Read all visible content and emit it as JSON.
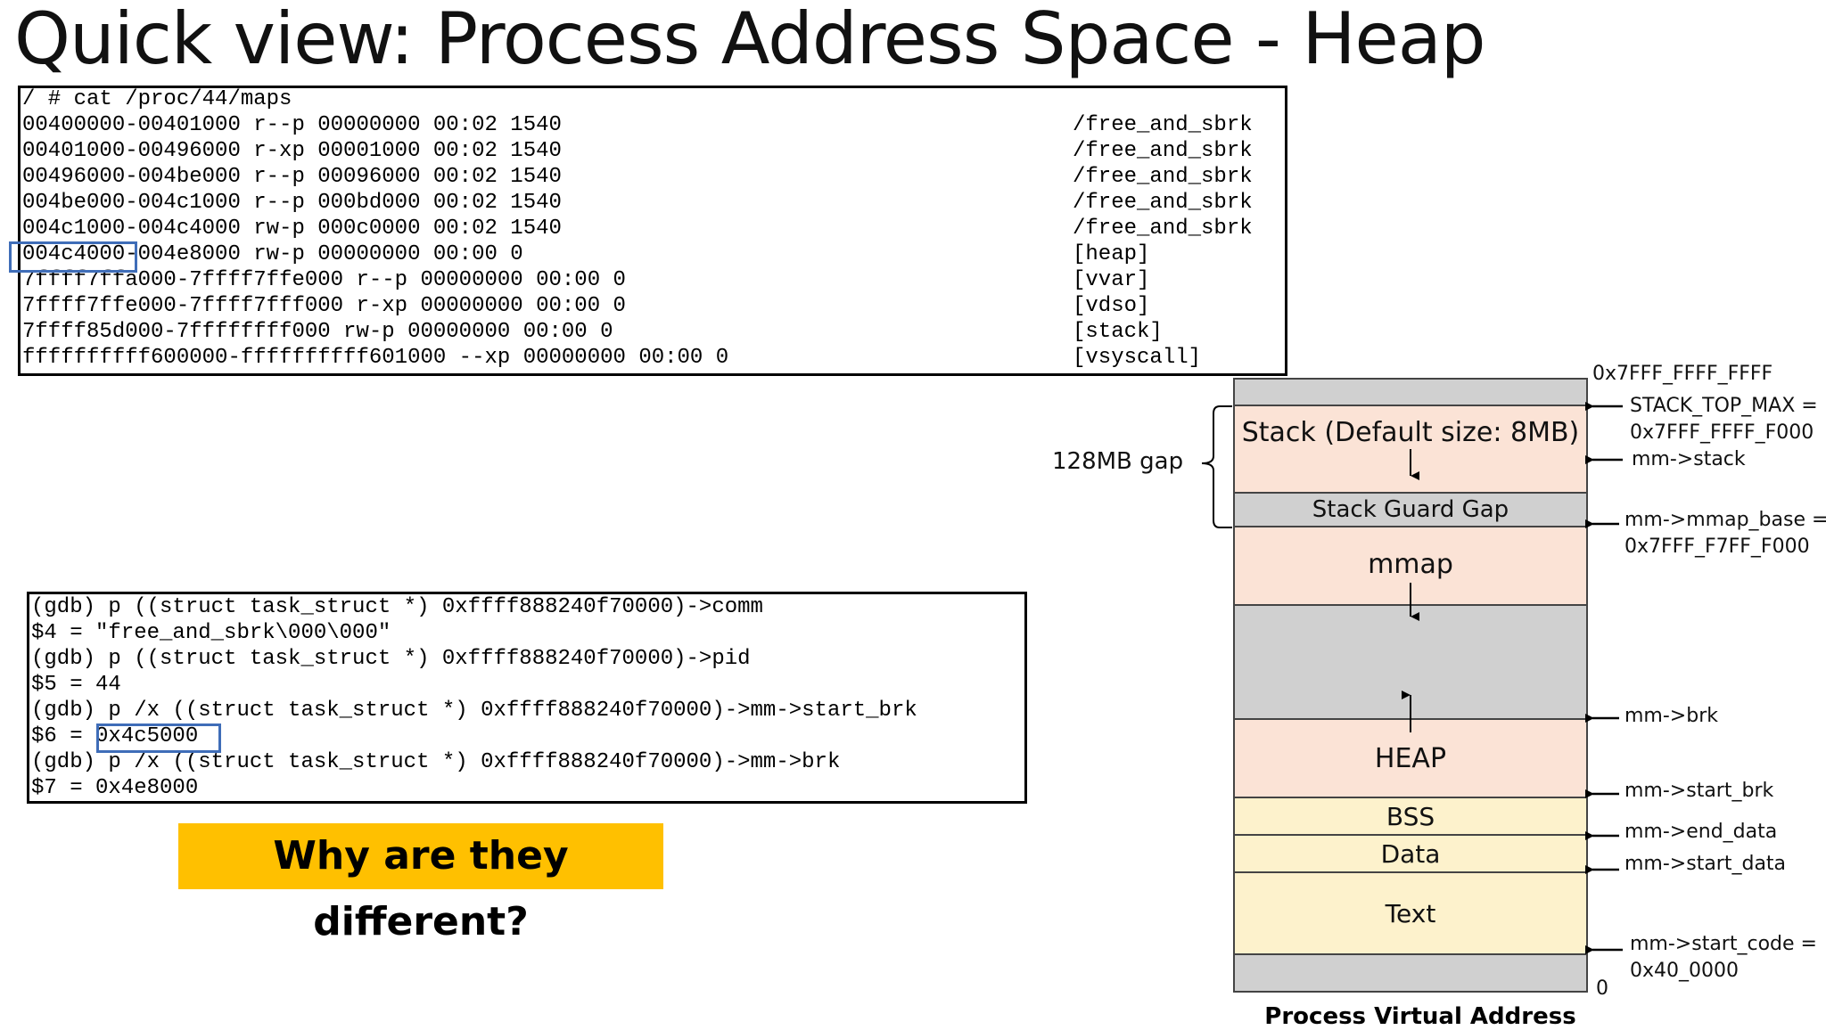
{
  "title": "Quick view: Process Address Space - Heap",
  "maps": {
    "lines": [
      "/ # cat /proc/44/maps",
      "00400000-00401000 r--p 00000000 00:02 1540",
      "00401000-00496000 r-xp 00001000 00:02 1540",
      "00496000-004be000 r--p 00096000 00:02 1540",
      "004be000-004c1000 r--p 000bd000 00:02 1540",
      "004c1000-004c4000 rw-p 000c0000 00:02 1540",
      "004c4000-004e8000 rw-p 00000000 00:00 0",
      "7ffff7ffa000-7ffff7ffe000 r--p 00000000 00:00 0",
      "7ffff7ffe000-7ffff7fff000 r-xp 00000000 00:00 0",
      "7ffff85d000-7ffffffff000 rw-p 00000000 00:00 0",
      "ffffffffff600000-ffffffffff601000 --xp 00000000 00:00 0"
    ],
    "paths": [
      "",
      "/free_and_sbrk",
      "/free_and_sbrk",
      "/free_and_sbrk",
      "/free_and_sbrk",
      "/free_and_sbrk",
      "[heap]",
      "[vvar]",
      "[vdso]",
      "[stack]",
      "[vsyscall]"
    ]
  },
  "gdb": {
    "lines": [
      "(gdb) p ((struct task_struct *) 0xffff888240f70000)->comm",
      "$4 = \"free_and_sbrk\\000\\000\"",
      "(gdb) p ((struct task_struct *) 0xffff888240f70000)->pid",
      "$5 = 44",
      "(gdb) p /x ((struct task_struct *) 0xffff888240f70000)->mm->start_brk",
      "$6 = 0x4c5000",
      "(gdb) p /x ((struct task_struct *) 0xffff888240f70000)->mm->brk",
      "$7 = 0x4e8000"
    ]
  },
  "question": "Why are they different?",
  "memory": {
    "segments": {
      "stack": "Stack (Default size: 8MB)",
      "guard": "Stack Guard Gap",
      "mmap": "mmap",
      "heap": "HEAP",
      "bss": "BSS",
      "data": "Data",
      "text": "Text"
    },
    "gap_label": "128MB gap",
    "labels": {
      "top_addr": "0x7FFF_FFFF_FFFF",
      "stack_top_max_1": "STACK_TOP_MAX =",
      "stack_top_max_2": "0x7FFF_FFFF_F000",
      "mm_stack": "mm->stack",
      "mmap_base_1": "mm->mmap_base =",
      "mmap_base_2": "0x7FFF_F7FF_F000",
      "brk": "mm->brk",
      "start_brk": "mm->start_brk",
      "end_data": "mm->end_data",
      "start_data": "mm->start_data",
      "start_code_1": "mm->start_code =",
      "start_code_2": "0x40_0000",
      "zero": "0"
    },
    "axis_title": "Process Virtual Address"
  }
}
